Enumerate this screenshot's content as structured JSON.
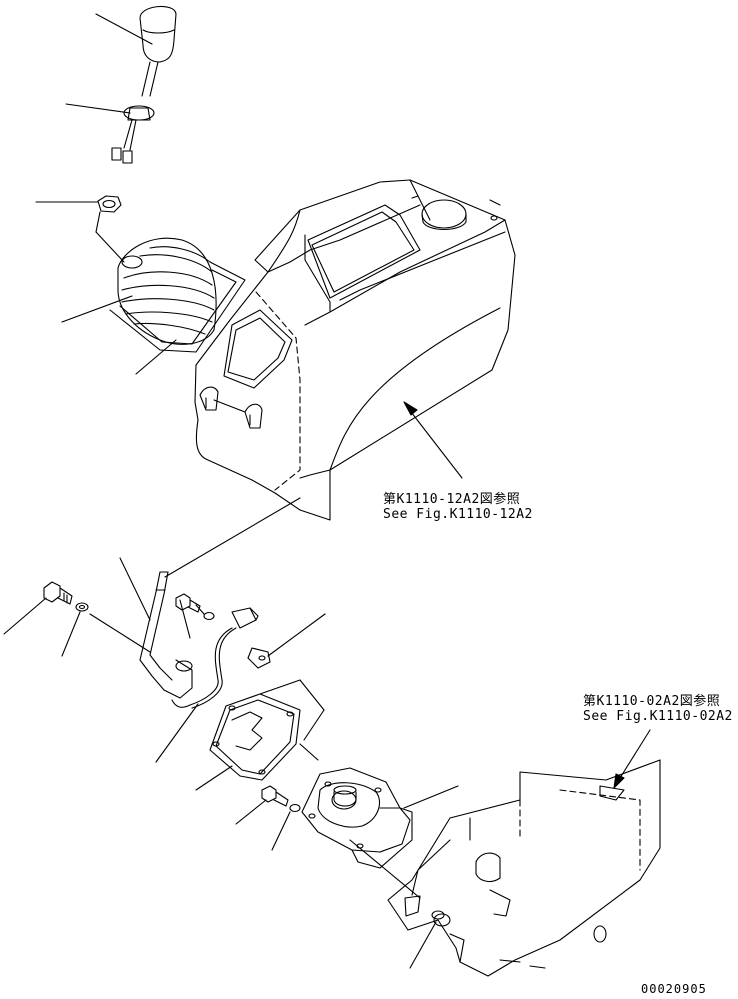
{
  "references": [
    {
      "jp": "第K1110-12A2図参照",
      "en": "See Fig.K1110-12A2"
    },
    {
      "jp": "第K1110-02A2図参照",
      "en": "See Fig.K1110-02A2"
    }
  ],
  "drawing_number": "00020905",
  "colors": {
    "line": "#000000",
    "background": "#ffffff"
  }
}
